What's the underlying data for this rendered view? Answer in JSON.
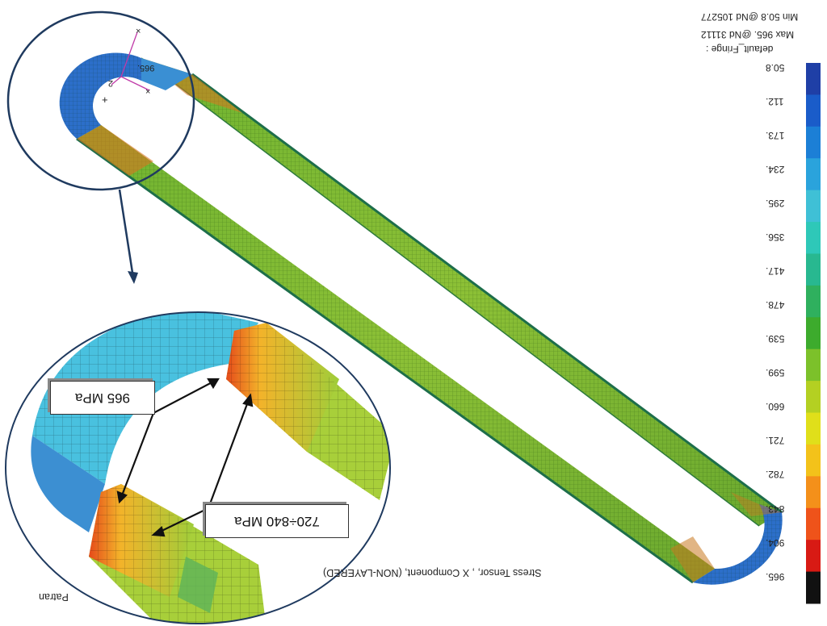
{
  "legend": {
    "title": "default_Fringe :",
    "max_label": "Max 965. @Nd 31112",
    "min_label": "Min 50.8 @Nd 105277",
    "ticks": [
      "50.8",
      "112.",
      "173.",
      "234.",
      "295.",
      "356.",
      "417.",
      "478.",
      "539.",
      "599.",
      "660.",
      "721.",
      "782.",
      "843.",
      "904.",
      "965."
    ],
    "colors": [
      "#1f3fa6",
      "#1a5cc9",
      "#1c7fd6",
      "#2aa3dc",
      "#3fc0d6",
      "#2ec8b8",
      "#28b890",
      "#2fb05e",
      "#3dab2d",
      "#7cc12a",
      "#b4d022",
      "#e0df1a",
      "#f3c21a",
      "#f4901a",
      "#ef531a",
      "#d81a14",
      "#111111"
    ]
  },
  "callouts": {
    "peak": "965 MPa",
    "range": "720÷840 MPa"
  },
  "footer": {
    "line1": "Stress Tensor, , X Component, (NON-LAYERED)",
    "line2": "Patran"
  },
  "model_label": "965."
}
